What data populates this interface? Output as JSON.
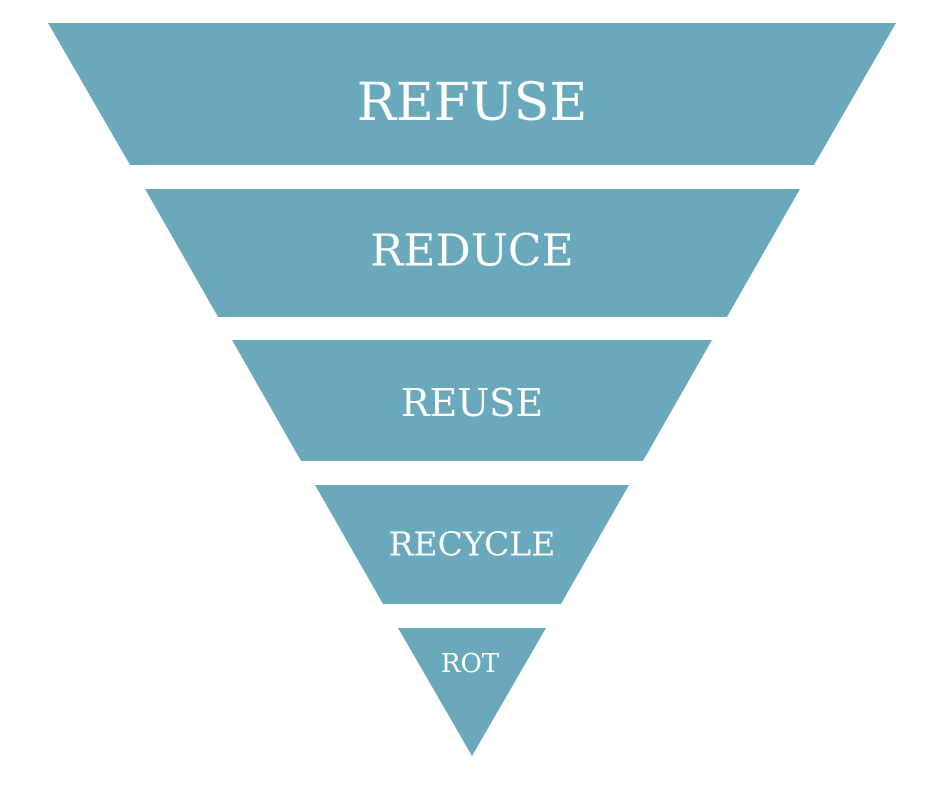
{
  "colors": {
    "tier_fill": "#6aa9bb",
    "label_text": "#ffffff",
    "background": "#ffffff"
  },
  "hierarchy": {
    "tiers": [
      {
        "label": "REFUSE"
      },
      {
        "label": "REDUCE"
      },
      {
        "label": "REUSE"
      },
      {
        "label": "RECYCLE"
      },
      {
        "label": "ROT"
      }
    ]
  }
}
